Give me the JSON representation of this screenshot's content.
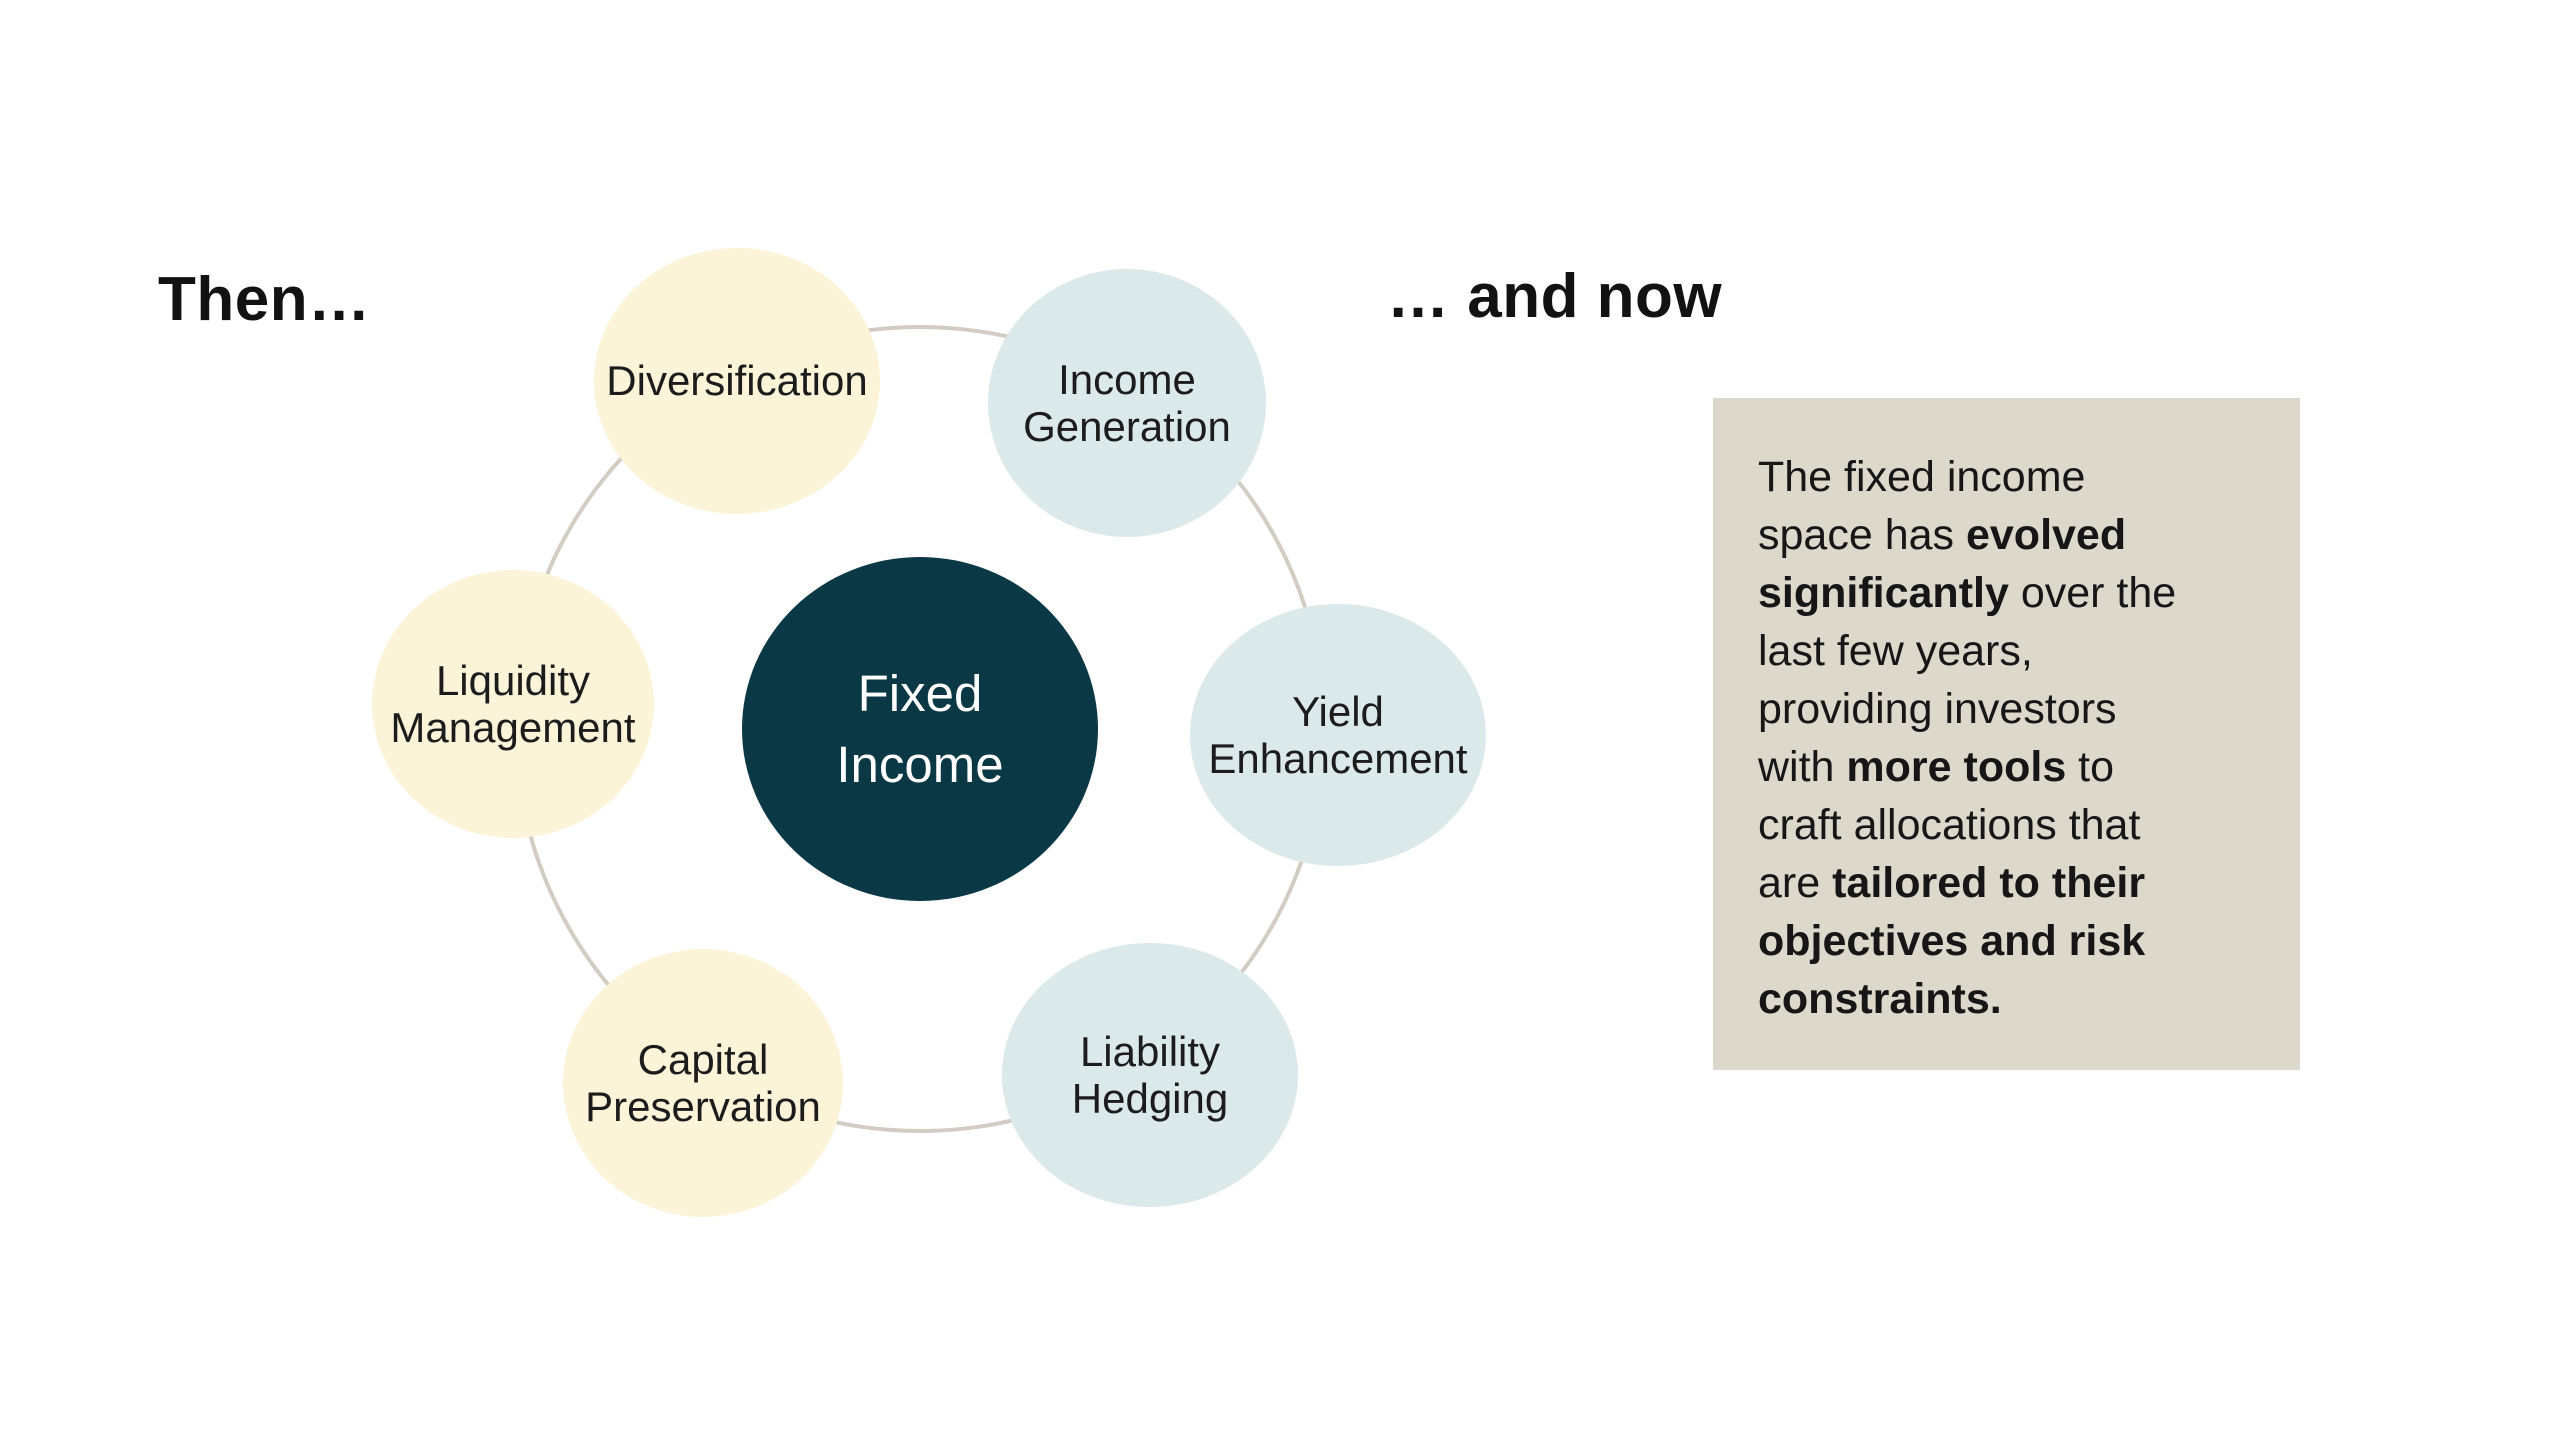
{
  "headings": {
    "then": "Then…",
    "and_now": "… and now"
  },
  "diagram": {
    "ring_color": "#d2ccc2",
    "center": {
      "label": "Fixed Income",
      "color": "#0a3945",
      "text_color": "#ffffff"
    },
    "satellites": [
      {
        "id": "diversification",
        "label": "Diversification",
        "color": "#fcf4d9"
      },
      {
        "id": "income-generation",
        "label": "Income Generation",
        "color": "#dbe9ea"
      },
      {
        "id": "liquidity-management",
        "label": "Liquidity Management",
        "color": "#fcf4d9"
      },
      {
        "id": "yield-enhancement",
        "label": "Yield Enhancement",
        "color": "#dbe9ea"
      },
      {
        "id": "capital-preservation",
        "label": "Capital Preservation",
        "color": "#fcf4d9"
      },
      {
        "id": "liability-hedging",
        "label": "Liability Hedging",
        "color": "#dbe9ea"
      }
    ]
  },
  "callout": {
    "background": "#dcd8cb",
    "lines": [
      [
        {
          "t": "The fixed income",
          "b": false
        }
      ],
      [
        {
          "t": "space has ",
          "b": false
        },
        {
          "t": "evolved",
          "b": true
        }
      ],
      [
        {
          "t": "significantly",
          "b": true
        },
        {
          "t": " over the",
          "b": false
        }
      ],
      [
        {
          "t": "last few years,",
          "b": false
        }
      ],
      [
        {
          "t": "providing investors",
          "b": false
        }
      ],
      [
        {
          "t": "with ",
          "b": false
        },
        {
          "t": "more tools",
          "b": true
        },
        {
          "t": " to",
          "b": false
        }
      ],
      [
        {
          "t": "craft allocations that",
          "b": false
        }
      ],
      [
        {
          "t": "are ",
          "b": false
        },
        {
          "t": "tailored to their",
          "b": true
        }
      ],
      [
        {
          "t": "objectives and risk",
          "b": true
        }
      ],
      [
        {
          "t": "constraints.",
          "b": true
        }
      ]
    ]
  }
}
